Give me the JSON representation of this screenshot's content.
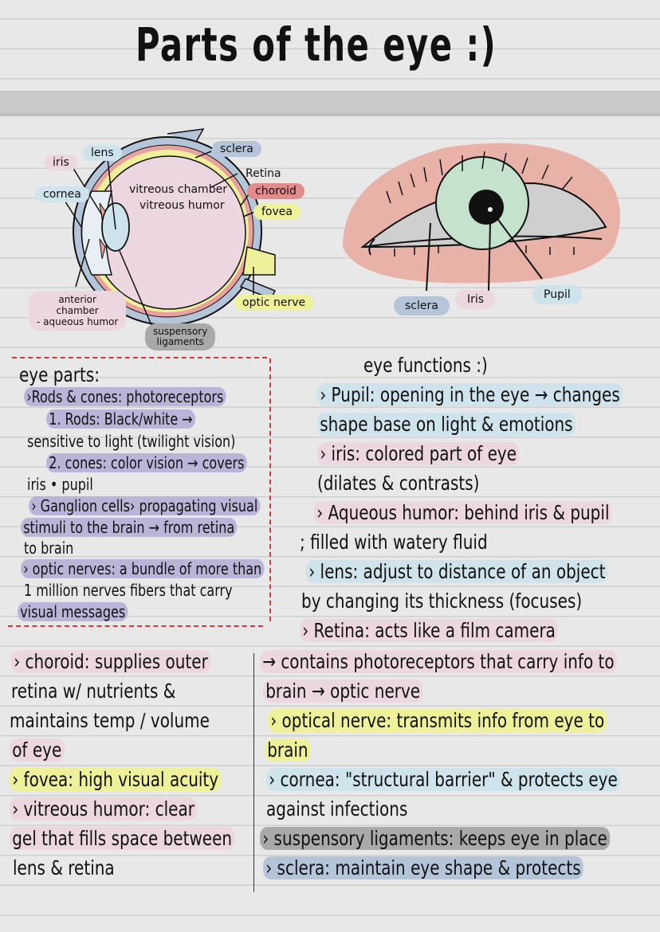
{
  "page": {
    "title": "Parts of the eye :)",
    "colors": {
      "background": "#e8e8e8",
      "rule_line": "#cfcfcf",
      "band": "#c9c9c9",
      "red_dashed_border": "#d23a3a",
      "highlight_purple": "#b9b5d8",
      "highlight_blue": "#cfe3ec",
      "highlight_pink": "#ecd6e0",
      "highlight_yellow": "#eef09a",
      "highlight_gray": "#a9a9a9",
      "highlight_slate": "#b4c5d9"
    }
  },
  "diagram_cross_section": {
    "labels": {
      "iris": "iris",
      "lens": "lens",
      "cornea": "cornea",
      "sclera": "sclera",
      "retina": "Retina",
      "choroid": "choroid",
      "fovea": "fovea",
      "vitreous_chamber": "vitreous chamber",
      "vitreous_humor": "vitreous humor",
      "anterior_chamber_1": "anterior",
      "anterior_chamber_2": "chamber",
      "anterior_chamber_3": "- aqueous humor",
      "optic_nerve": "optic nerve",
      "suspensory_1": "suspensory",
      "suspensory_2": "ligaments"
    }
  },
  "diagram_external": {
    "labels": {
      "sclera": "sclera",
      "iris": "Iris",
      "pupil": "Pupil"
    }
  },
  "eye_parts": {
    "heading": "eye parts:",
    "lines": [
      "›Rods & cones: photoreceptors",
      "1. Rods: Black/white →",
      "sensitive to light (twilight vision)",
      "2. cones: color vision → covers",
      "iris • pupil",
      "› Ganglion cells› propagating visual",
      "stimuli to the brain → from retina",
      "to brain",
      "› optic nerves: a bundle of more than",
      "1 million nerves fibers that carry",
      "visual messages"
    ]
  },
  "left_lower": {
    "lines": [
      "› choroid: supplies outer",
      "retina w/ nutrients &",
      "maintains temp / volume",
      "of eye",
      "› fovea: high visual acuity",
      "› vitreous humor: clear",
      "gel that fills space between",
      "lens & retina"
    ]
  },
  "eye_functions": {
    "heading": "eye functions :)",
    "lines": [
      "› Pupil: opening in the eye → changes",
      "shape base on light & emotions",
      "› iris: colored part of eye",
      "(dilates & contrasts)",
      "› Aqueous humor: behind iris & pupil",
      "; filled with watery fluid",
      "› lens: adjust to distance of an object",
      "by changing its thickness (focuses)",
      "› Retina: acts like a film camera",
      "→ contains photoreceptors that carry info to",
      "brain → optic nerve",
      "› optical nerve: transmits info from eye to",
      "brain",
      "› cornea: \"structural barrier\" & protects eye",
      "against infections",
      "› suspensory ligaments: keeps eye in place",
      "› sclera: maintain eye shape & protects"
    ]
  }
}
